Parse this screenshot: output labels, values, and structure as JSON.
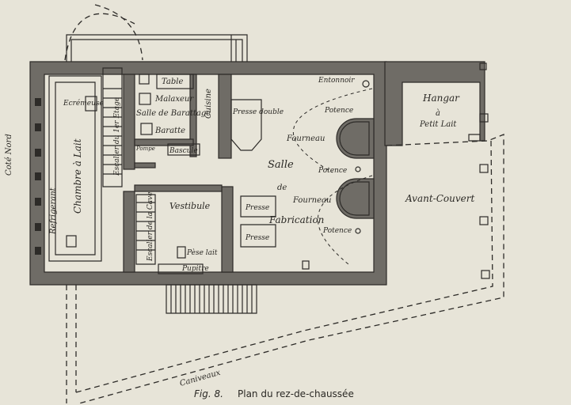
{
  "labels": {
    "cote_nord": "Coté Nord",
    "refrigerant": "Refrigerant",
    "chambre_lait": "Chambre à Lait",
    "ecremeuse": "Ecrémeuse",
    "escalier": "Escalier du 1er Etage",
    "table": "Table",
    "malaxeur": "Malaxeur",
    "salle_barattage": "Salle de Barattage",
    "baratte": "Baratte",
    "cuisine": "Cuisine",
    "bascule": "Bascule",
    "pompe": "Pompe",
    "presse_double": "Presse double",
    "entonnoir": "Entonnoir",
    "potence1": "Potence",
    "fourneau1": "Fourneau",
    "salle": "Salle",
    "de": "de",
    "fabrication": "Fabrication",
    "potence2": "Potence",
    "fourneau2": "Fourneau",
    "potence3": "Potence",
    "presse1": "Presse",
    "presse2": "Presse",
    "vestibule": "Vestibule",
    "escalier_cave": "Escalier de la Cave",
    "pese_lait": "Pèse lait",
    "pupitre": "Pupitre",
    "hangar": "Hangar",
    "a": "à",
    "petit_lait": "Petit Lait",
    "avant_couvert": "Avant-Couvert",
    "caniveaux": "Caniveaux"
  },
  "caption": {
    "fig": "Fig. 8.",
    "title": "Plan du rez-de-chaussée"
  }
}
